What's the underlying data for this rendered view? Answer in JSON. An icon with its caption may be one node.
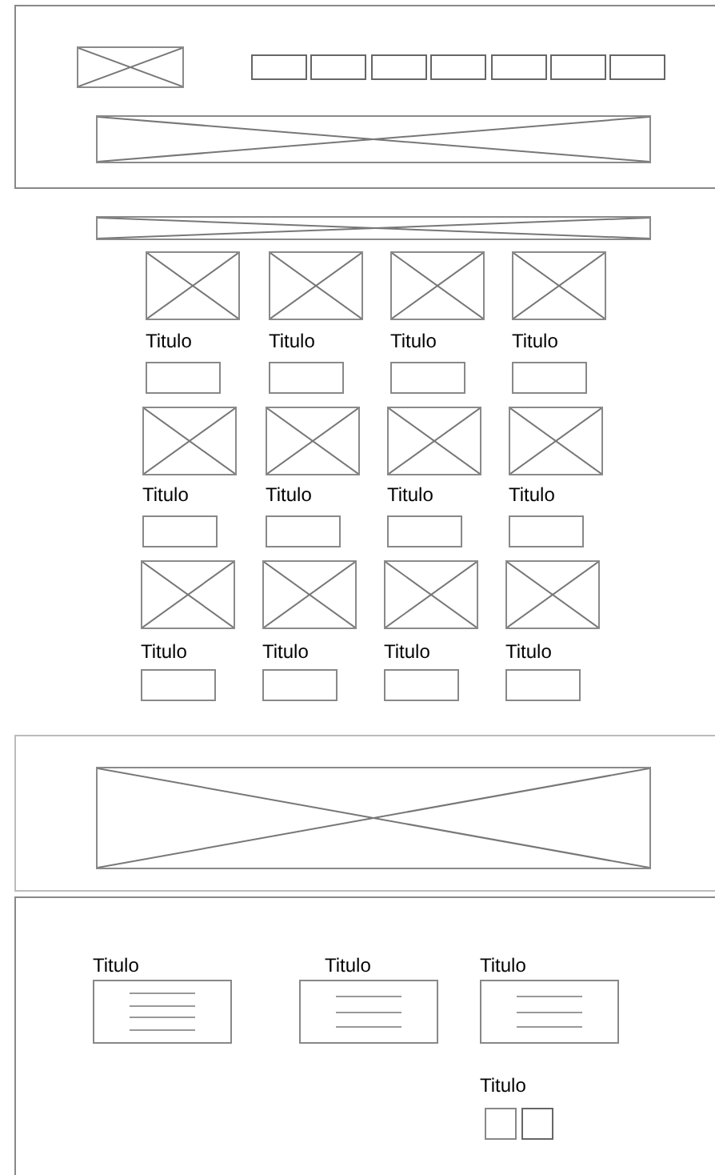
{
  "diagram": {
    "labels": [
      "Titulo",
      "Titulo",
      "Titulo",
      "Titulo",
      "Titulo",
      "Titulo",
      "Titulo",
      "Titulo",
      "Titulo",
      "Titulo",
      "Titulo",
      "Titulo",
      "Titulo",
      "Titulo",
      "Titulo",
      "Titulo"
    ]
  }
}
